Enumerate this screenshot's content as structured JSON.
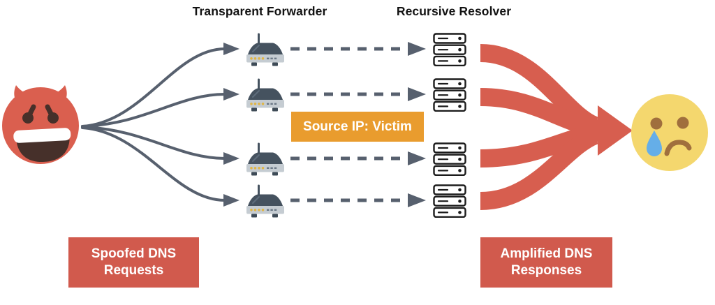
{
  "headers": {
    "transparent_forwarder": "Transparent Forwarder",
    "recursive_resolver": "Recursive Resolver"
  },
  "badges": {
    "source_ip": "Source IP: Victim",
    "spoofed": "Spoofed DNS Requests",
    "amplified": "Amplified DNS Responses"
  },
  "icons": {
    "attacker": "devil-face-emoji",
    "victim": "crying-face-emoji",
    "forwarder": "wifi-router-icon",
    "resolver": "server-stack-icon"
  },
  "counts": {
    "forwarders": 4,
    "resolvers": 4
  },
  "colors": {
    "slate": "#57606E",
    "attack_red": "#D75E4F",
    "box_red": "#D15A4D",
    "orange": "#E99C2E",
    "devil_red": "#DA5F4F",
    "face_yellow": "#F4D76E",
    "face_brown": "#A06F3D",
    "tear_blue": "#65AEE8",
    "router_dark": "#45525F",
    "router_base": "#C5CCD2",
    "led_yellow": "#E0B646",
    "server_ink": "#1B1B1B",
    "features_dark": "#46302A"
  }
}
